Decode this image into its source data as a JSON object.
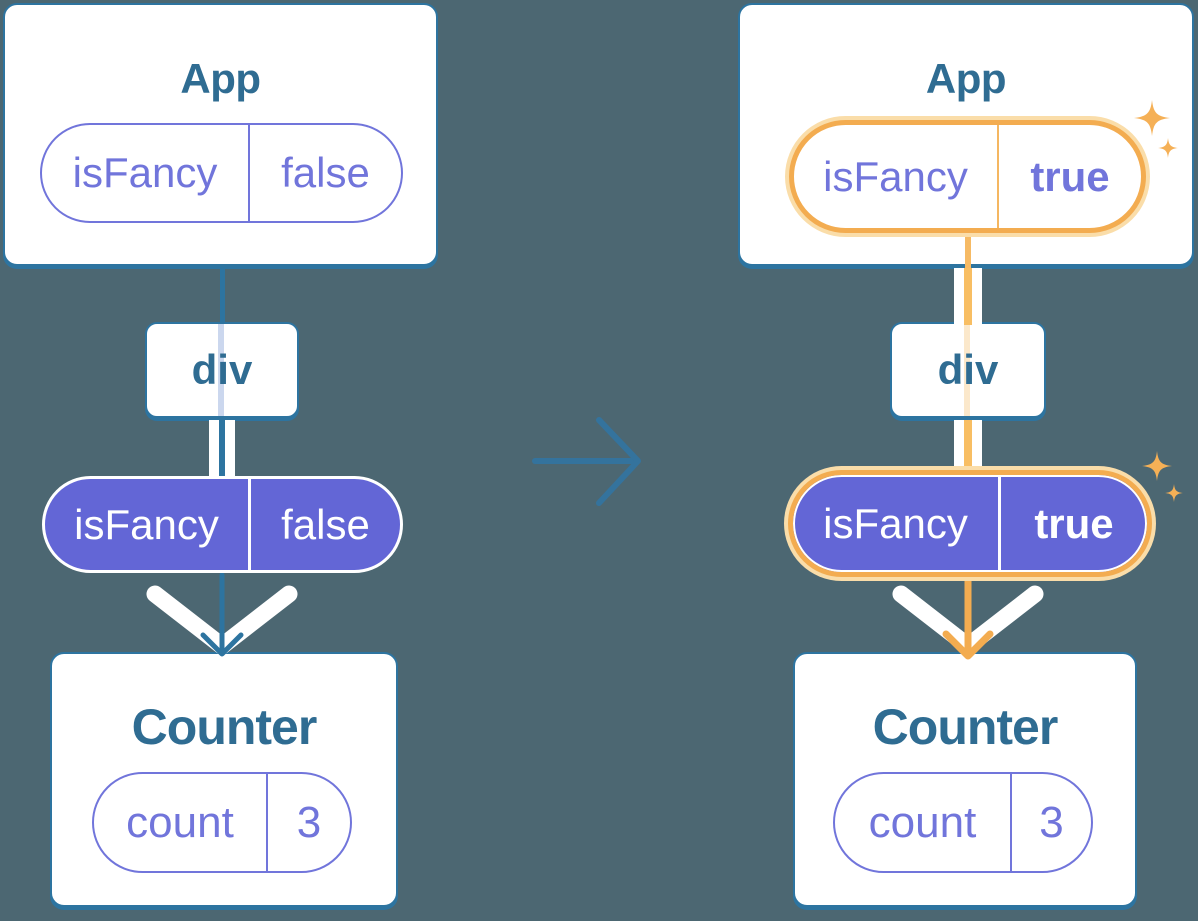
{
  "before_tree": {
    "app": {
      "title": "App",
      "prop": {
        "name": "isFancy",
        "value": "false"
      }
    },
    "div": {
      "label": "div"
    },
    "passed_prop": {
      "name": "isFancy",
      "value": "false"
    },
    "counter": {
      "title": "Counter",
      "state": {
        "name": "count",
        "value": "3"
      }
    }
  },
  "after_tree": {
    "app": {
      "title": "App",
      "prop": {
        "name": "isFancy",
        "value": "true"
      }
    },
    "div": {
      "label": "div"
    },
    "passed_prop": {
      "name": "isFancy",
      "value": "true"
    },
    "counter": {
      "title": "Counter",
      "state": {
        "name": "count",
        "value": "3"
      }
    }
  },
  "icons": {
    "transition": "arrow-right-icon",
    "highlight": "sparkles-icon",
    "flow": "arrow-down-icon"
  },
  "colors": {
    "background": "#4C6772",
    "card_fill": "#FFFFFF",
    "card_border": "#2D74A0",
    "title_text": "#2F6C92",
    "purple_text": "#7175DB",
    "purple_fill": "#6366D6",
    "highlight_orange": "#F3AC50",
    "highlight_glow": "#FADDA9",
    "transition_arrow": "#34739D",
    "thru_line_blue": "#CBD7EE",
    "thru_line_peach": "#FBE8CB"
  }
}
